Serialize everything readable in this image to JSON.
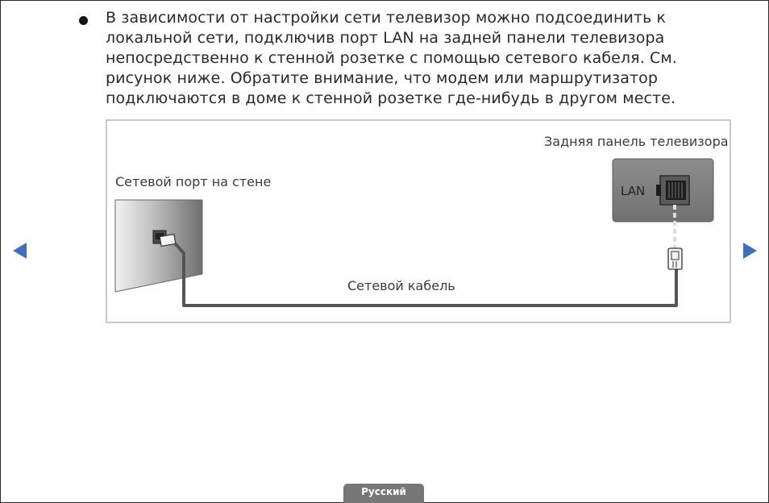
{
  "content": {
    "paragraph": "В зависимости от настройки сети телевизор можно подсоединить к локальной сети, подключив порт LAN на задней панели телевизора непосредственно к стенной розетке с помощью сетевого кабеля. См. рисунок ниже. Обратите внимание, что модем или маршрутизатор подключаются в доме к стенной розетке где-нибудь в другом месте."
  },
  "diagram": {
    "wall_port_label": "Сетевой порт на стене",
    "tv_panel_label": "Задняя панель телевизора",
    "lan_port_label": "LAN",
    "cable_label": "Сетевой кабель"
  },
  "navigation": {
    "prev_icon": "triangle-left-icon",
    "next_icon": "triangle-right-icon",
    "arrow_color": "#3f6fc1"
  },
  "footer": {
    "language_label": "Русский"
  }
}
